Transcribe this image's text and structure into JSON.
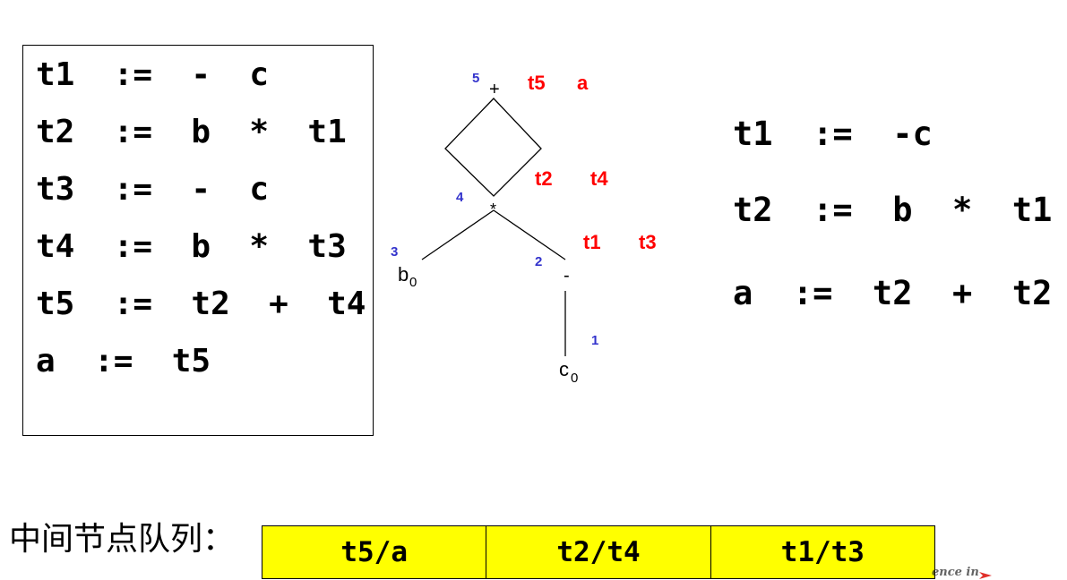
{
  "code_block": {
    "lines": [
      "t1  :=  -  c",
      "t2  :=  b  *  t1",
      "t3  :=  -  c",
      "t4  :=  b  *  t3",
      "t5  :=  t2  +  t4",
      "a  :=  t5"
    ]
  },
  "dag": {
    "nodes": {
      "plus": {
        "op": "+",
        "num": "5",
        "labels": [
          "t5",
          "a"
        ]
      },
      "times": {
        "op": "*",
        "num": "4",
        "labels": [
          "t2",
          "t4"
        ]
      },
      "minus": {
        "op": "-",
        "num": "2",
        "labels": [
          "t1",
          "t3"
        ]
      },
      "b0": {
        "base": "b",
        "sub": "0",
        "num": "3"
      },
      "c0": {
        "base": "c",
        "sub": "0",
        "num": "1"
      }
    }
  },
  "optimized": {
    "lines": [
      "t1  :=  -c",
      "t2  :=  b  *  t1",
      "a  :=  t2  +  t2"
    ]
  },
  "queue": {
    "label": "中间节点队列：",
    "cells": [
      "t5/a",
      "t2/t4",
      "t1/t3"
    ]
  },
  "watermark": "ence in",
  "colors": {
    "node_number": "#3333cc",
    "attached_label": "#ff0000",
    "queue_fill": "#ffff00"
  }
}
